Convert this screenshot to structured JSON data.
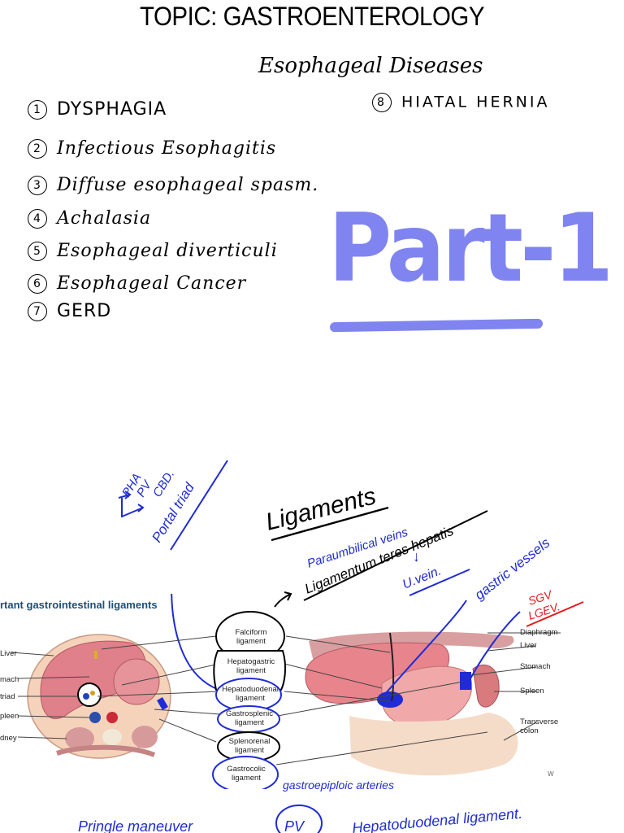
{
  "topic": "TOPIC: GASTROENTEROLOGY",
  "subtitle": "Esophageal Diseases",
  "list": [
    {
      "num": "1",
      "text": "DYSPHAGIA"
    },
    {
      "num": "2",
      "text": "Infectious Esophagitis"
    },
    {
      "num": "3",
      "text": "Diffuse esophageal spasm."
    },
    {
      "num": "4",
      "text": "Achalasia"
    },
    {
      "num": "5",
      "text": "Esophageal diverticuli"
    },
    {
      "num": "6",
      "text": "Esophageal Cancer"
    },
    {
      "num": "7",
      "text": "GERD"
    },
    {
      "num": "8",
      "text": "HIATAL HERNIA"
    }
  ],
  "part_label": "Part-1",
  "notes": {
    "portal_triad_list": [
      "PHA",
      "PV",
      "CBD."
    ],
    "portal_triad": "Portal triad",
    "ligaments_heading": "Ligaments",
    "paraumbilical": "Paraumbilical veins",
    "lig_teres": "Ligamentum teres hepatis",
    "uv_arrow": "↓",
    "uvein": "U.vein.",
    "gastric_vessels": "gastric vessels",
    "sgv": "SGV",
    "lgev": "LGEV.",
    "gastroepiploic": "gastroepiploic arteries",
    "bottom_left": "Pringle maneuver",
    "bottom_pv": "PV",
    "bottom_right": "Hepatoduodenal ligament."
  },
  "figure": {
    "title": "rtant gastrointestinal ligaments",
    "left_labels": [
      "Liver",
      "mach",
      "triad",
      "pleen",
      "dney"
    ],
    "center_labels": [
      [
        "Falciform",
        "ligament"
      ],
      [
        "Hepatogastric",
        "ligament"
      ],
      [
        "Hepatoduodenal",
        "ligament"
      ],
      [
        "Gastrosplenic",
        "ligament"
      ],
      [
        "Splenorenal",
        "ligament"
      ],
      [
        "Gastrocolic",
        "ligament"
      ]
    ],
    "right_labels": [
      "Diaphragm",
      "Liver",
      "Stomach",
      "Spleen",
      "Transverse colon"
    ],
    "corner_mark": "W"
  }
}
